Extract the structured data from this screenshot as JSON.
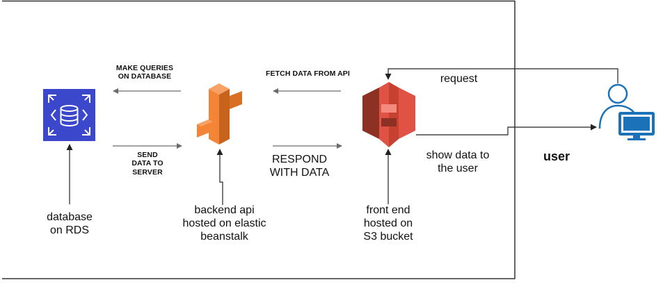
{
  "labels": {
    "make_queries": "MAKE QUERIES\nON DATABASE",
    "send_data": "SEND\nDATA TO\nSERVER",
    "fetch_data": "FETCH DATA FROM API",
    "respond": "RESPOND\nWITH DATA",
    "request": "request",
    "show_data": "show data to\nthe user",
    "user": "user",
    "database": "database\non RDS",
    "backend": "backend api\nhosted on elastic\nbeanstalk",
    "frontend": "front end\nhosted on\nS3 bucket"
  },
  "icons": {
    "rds": "rds-database-icon",
    "beanstalk": "elastic-beanstalk-icon",
    "s3": "s3-bucket-icon",
    "user": "user-at-computer-icon"
  },
  "colors": {
    "rds": "#3B48CC",
    "beanstalk": "#F58536",
    "s3": "#E05243",
    "user": "#1B72B8",
    "arrow_gray": "#6B6B6B",
    "line": "#222222"
  }
}
